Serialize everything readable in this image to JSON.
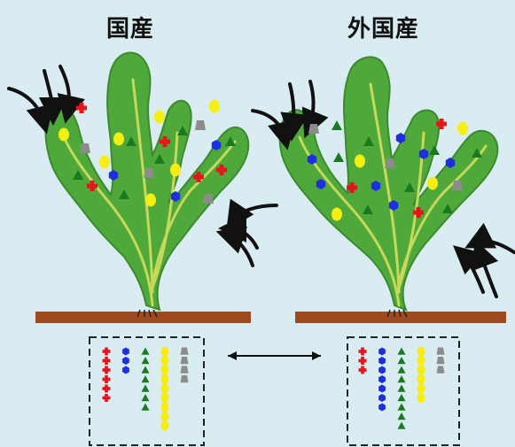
{
  "titles": {
    "domestic": "国産",
    "imported": "外国産"
  },
  "colors": {
    "background": "#d9ecf1",
    "seaweed_fill": "#4fa93a",
    "seaweed_outline": "#3c8a2e",
    "vein": "#c5d95a",
    "rock": "#9c4a1f",
    "red": "#e8141b",
    "blue": "#1e2fe0",
    "green": "#1a7a1f",
    "yellow": "#f5ee10",
    "gray": "#8c8c8c"
  },
  "panels": {
    "domestic": {
      "counts": {
        "red": 6,
        "blue": 3,
        "green": 7,
        "yellow": 9,
        "gray": 4
      },
      "inflow_arrows": 6
    },
    "imported": {
      "counts": {
        "red": 3,
        "blue": 7,
        "green": 9,
        "yellow": 6,
        "gray": 3
      },
      "inflow_arrows": 6
    }
  },
  "comparison": "double-arrow"
}
